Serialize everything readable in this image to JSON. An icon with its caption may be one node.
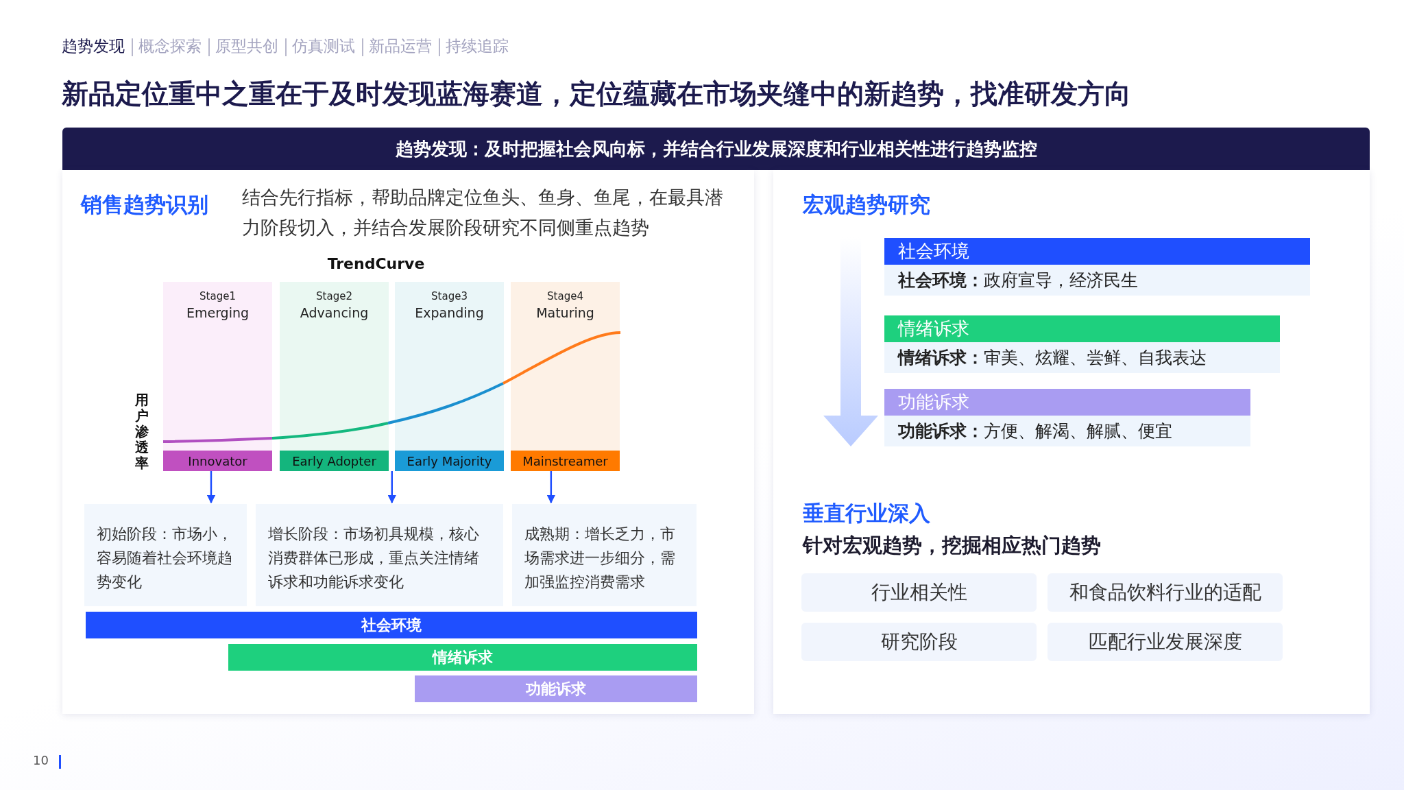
{
  "diagram": {
    "title": "新品定位重中之重在于及时发现蓝海赛道，定位蕴藏在市场夹缝中的新趋势，找准研发方向",
    "nodes": [
      {
        "text": [
          "趋势发现：及时把握社会风向标，并结合行业发展深度和行业相关性进行趋势监控"
        ]
      },
      {
        "text": [
          "销售趋势识别",
          "结合先行指标，帮助品牌定位鱼头、鱼身、鱼尾，在最具潜力阶段切入，并结合发展阶段研究不同侧重点趋势"
        ]
      },
      {
        "text": [
          "TrendCurve"
        ],
        "in": 1
      },
      {
        "text": [
          "Stage1",
          "Emerging"
        ],
        "in": 2
      },
      {
        "text": [
          "Stage2",
          "Advancing"
        ],
        "in": 2
      },
      {
        "text": [
          "Stage3",
          "Expanding"
        ],
        "in": 2
      },
      {
        "text": [
          "Stage4",
          "Maturing"
        ],
        "in": 2
      },
      {
        "text": [
          "Innovator"
        ],
        "in": 2
      },
      {
        "text": [
          "Early Adopter"
        ],
        "in": 2
      },
      {
        "text": [
          "Early Majority"
        ],
        "in": 2
      },
      {
        "text": [
          "Mainstreamer"
        ],
        "in": 2
      },
      {
        "text": [
          "初始阶段：市场小，容易随着社会环境趋势变化"
        ],
        "in": 1
      },
      {
        "text": [
          "增长阶段：市场初具规模，核心消费群体已形成，重点关注情绪诉求和功能诉求变化"
        ],
        "in": 1
      },
      {
        "text": [
          "成熟期：增长乏力，市场需求进一步细分，需加强监控消费需求"
        ],
        "in": 1
      },
      {
        "text": [
          "社会环境"
        ],
        "in": 1
      },
      {
        "text": [
          "情绪诉求"
        ],
        "in": 1
      },
      {
        "text": [
          "功能诉求"
        ],
        "in": 1
      },
      {
        "text": [],
        "shape": "box"
      },
      {
        "text": [
          "宏观趋势研究"
        ],
        "in": 17
      },
      {
        "text": [
          "社会环境",
          "**社会环境：**政府宣导，经济民生"
        ],
        "in": 17
      },
      {
        "text": [
          "情绪诉求",
          "**情绪诉求：**审美、炫耀、尝鲜、自我表达"
        ],
        "in": 17
      },
      {
        "text": [
          "功能诉求",
          "**功能诉求：**方便、解渴、解腻、便宜"
        ],
        "in": 17
      },
      {
        "text": [
          "垂直行业深入",
          "针对宏观趋势，挖掘相应热门趋势"
        ],
        "in": 17
      },
      {
        "text": [
          "行业相关性"
        ],
        "in": 22
      },
      {
        "text": [
          "和食品饮料行业的适配"
        ],
        "in": 22
      },
      {
        "text": [
          "研究阶段"
        ],
        "in": 22
      },
      {
        "text": [
          "匹配行业发展深度"
        ],
        "in": 22
      }
    ],
    "edges": [
      {
        "from": 7,
        "to": 11,
        "arrow": "to"
      },
      {
        "from": 8,
        "to": 12,
        "arrow": "to"
      },
      {
        "from": 10,
        "to": 13,
        "arrow": "to"
      }
    ],
    "labels": [
      "趋势发现",
      "概念探索",
      "原型共创",
      "仿真测试",
      "新品运营",
      "持续追踪",
      "用户渗透率",
      "10"
    ]
  }
}
